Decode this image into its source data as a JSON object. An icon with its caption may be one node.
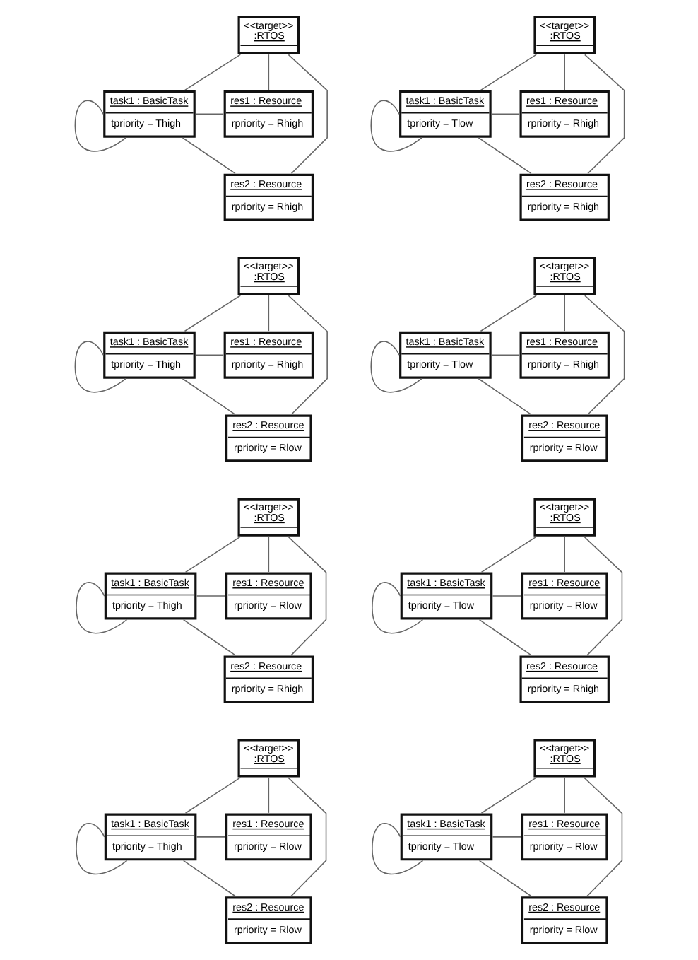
{
  "diagram": {
    "nodes": [
      {
        "text": [
          "<<target>>",
          ":RTOS"
        ]
      },
      {
        "text": [
          "task1 : BasicTask",
          "tpriority = Thigh"
        ]
      },
      {
        "text": [
          "res1 : Resource",
          "rpriority = Rhigh"
        ]
      },
      {
        "text": [
          "res2 : Resource",
          "rpriority = Rhigh"
        ]
      },
      {
        "text": [
          "<<target>>",
          ":RTOS"
        ]
      },
      {
        "text": [
          "task1 : BasicTask",
          "tpriority = Tlow"
        ]
      },
      {
        "text": [
          "res1 : Resource",
          "rpriority = Rhigh"
        ]
      },
      {
        "text": [
          "res2 : Resource",
          "rpriority = Rhigh"
        ]
      },
      {
        "text": [
          "<<target>>",
          ":RTOS"
        ]
      },
      {
        "text": [
          "task1 : BasicTask",
          "tpriority = Thigh"
        ]
      },
      {
        "text": [
          "res1 : Resource",
          "rpriority = Rhigh"
        ]
      },
      {
        "text": [
          "res2 : Resource",
          "rpriority = Rlow"
        ]
      },
      {
        "text": [
          "<<target>>",
          ":RTOS"
        ]
      },
      {
        "text": [
          "task1 : BasicTask",
          "tpriority = Tlow"
        ]
      },
      {
        "text": [
          "res1 : Resource",
          "rpriority = Rhigh"
        ]
      },
      {
        "text": [
          "res2 : Resource",
          "rpriority = Rlow"
        ]
      },
      {
        "text": [
          "<<target>>",
          ":RTOS"
        ]
      },
      {
        "text": [
          "task1 : BasicTask",
          "tpriority = Thigh"
        ]
      },
      {
        "text": [
          "res1 : Resource",
          "rpriority = Rlow"
        ]
      },
      {
        "text": [
          "res2 : Resource",
          "rpriority = Rhigh"
        ]
      },
      {
        "text": [
          "<<target>>",
          ":RTOS"
        ]
      },
      {
        "text": [
          "task1 : BasicTask",
          "tpriority = Tlow"
        ]
      },
      {
        "text": [
          "res1 : Resource",
          "rpriority = Rlow"
        ]
      },
      {
        "text": [
          "res2 : Resource",
          "rpriority = Rhigh"
        ]
      },
      {
        "text": [
          "<<target>>",
          ":RTOS"
        ]
      },
      {
        "text": [
          "task1 : BasicTask",
          "tpriority = Thigh"
        ]
      },
      {
        "text": [
          "res1 : Resource",
          "rpriority = Rlow"
        ]
      },
      {
        "text": [
          "res2 : Resource",
          "rpriority = Rlow"
        ]
      },
      {
        "text": [
          "<<target>>",
          ":RTOS"
        ]
      },
      {
        "text": [
          "task1 : BasicTask",
          "tpriority = Tlow"
        ]
      },
      {
        "text": [
          "res1 : Resource",
          "rpriority = Rlow"
        ]
      },
      {
        "text": [
          "res2 : Resource",
          "rpriority = Rlow"
        ]
      }
    ],
    "edges": [
      {
        "from": 0,
        "to": 1,
        "arrow": "none"
      },
      {
        "from": 0,
        "to": 2,
        "arrow": "none"
      },
      {
        "from": 0,
        "to": 3,
        "arrow": "none"
      },
      {
        "from": 1,
        "to": 2,
        "arrow": "none"
      },
      {
        "from": 1,
        "to": 3,
        "arrow": "none"
      },
      {
        "from": 1,
        "to": 1,
        "arrow": "none"
      },
      {
        "from": 4,
        "to": 5,
        "arrow": "none"
      },
      {
        "from": 4,
        "to": 6,
        "arrow": "none"
      },
      {
        "from": 4,
        "to": 7,
        "arrow": "none"
      },
      {
        "from": 5,
        "to": 6,
        "arrow": "none"
      },
      {
        "from": 5,
        "to": 7,
        "arrow": "none"
      },
      {
        "from": 5,
        "to": 5,
        "arrow": "none"
      },
      {
        "from": 8,
        "to": 9,
        "arrow": "none"
      },
      {
        "from": 8,
        "to": 10,
        "arrow": "none"
      },
      {
        "from": 8,
        "to": 11,
        "arrow": "none"
      },
      {
        "from": 9,
        "to": 10,
        "arrow": "none"
      },
      {
        "from": 9,
        "to": 11,
        "arrow": "none"
      },
      {
        "from": 9,
        "to": 9,
        "arrow": "none"
      },
      {
        "from": 12,
        "to": 13,
        "arrow": "none"
      },
      {
        "from": 12,
        "to": 14,
        "arrow": "none"
      },
      {
        "from": 12,
        "to": 15,
        "arrow": "none"
      },
      {
        "from": 13,
        "to": 14,
        "arrow": "none"
      },
      {
        "from": 13,
        "to": 15,
        "arrow": "none"
      },
      {
        "from": 13,
        "to": 13,
        "arrow": "none"
      },
      {
        "from": 16,
        "to": 17,
        "arrow": "none"
      },
      {
        "from": 16,
        "to": 18,
        "arrow": "none"
      },
      {
        "from": 16,
        "to": 19,
        "arrow": "none"
      },
      {
        "from": 17,
        "to": 18,
        "arrow": "none"
      },
      {
        "from": 17,
        "to": 19,
        "arrow": "none"
      },
      {
        "from": 17,
        "to": 17,
        "arrow": "none"
      },
      {
        "from": 20,
        "to": 21,
        "arrow": "none"
      },
      {
        "from": 20,
        "to": 22,
        "arrow": "none"
      },
      {
        "from": 20,
        "to": 23,
        "arrow": "none"
      },
      {
        "from": 21,
        "to": 22,
        "arrow": "none"
      },
      {
        "from": 21,
        "to": 23,
        "arrow": "none"
      },
      {
        "from": 21,
        "to": 21,
        "arrow": "none"
      },
      {
        "from": 24,
        "to": 25,
        "arrow": "none"
      },
      {
        "from": 24,
        "to": 26,
        "arrow": "none"
      },
      {
        "from": 24,
        "to": 27,
        "arrow": "none"
      },
      {
        "from": 25,
        "to": 26,
        "arrow": "none"
      },
      {
        "from": 25,
        "to": 27,
        "arrow": "none"
      },
      {
        "from": 25,
        "to": 25,
        "arrow": "none"
      },
      {
        "from": 28,
        "to": 29,
        "arrow": "none"
      },
      {
        "from": 28,
        "to": 30,
        "arrow": "none"
      },
      {
        "from": 28,
        "to": 31,
        "arrow": "none"
      },
      {
        "from": 29,
        "to": 30,
        "arrow": "none"
      },
      {
        "from": 29,
        "to": 31,
        "arrow": "none"
      },
      {
        "from": 29,
        "to": 29,
        "arrow": "none"
      }
    ]
  }
}
